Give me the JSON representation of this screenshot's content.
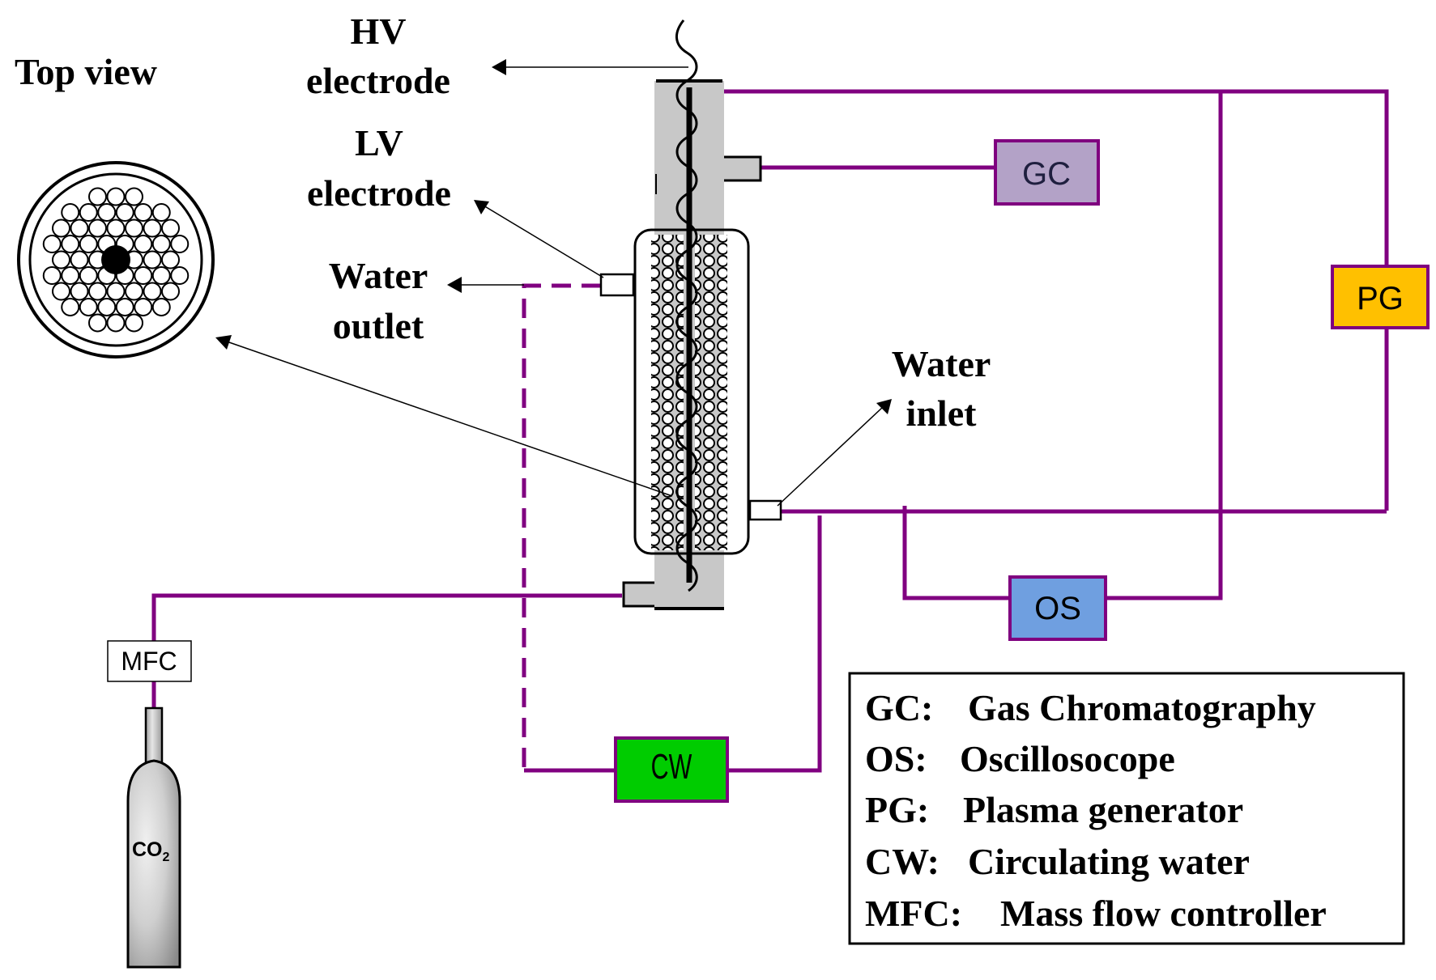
{
  "labels": {
    "hv_line1": "HV",
    "hv_line2": "electrode",
    "lv_line1": "LV",
    "lv_line2": "electrode",
    "water_outlet_line1": "Water",
    "water_outlet_line2": "outlet",
    "water_inlet_line1": "Water",
    "water_inlet_line2": "inlet",
    "top_view": "Top view"
  },
  "components": {
    "gc": {
      "label": "GC",
      "color": "#B3A2C7"
    },
    "pg": {
      "label": "PG",
      "color": "#FFC000"
    },
    "os": {
      "label": "OS",
      "color": "#6F9FE0"
    },
    "cw": {
      "label": "CW",
      "color": "#00CC00"
    },
    "mfc": {
      "label": "MFC",
      "color": "#FFFFFF"
    },
    "cylinder": {
      "label": "CO",
      "subscript": "2",
      "color": "#C8C8C8"
    }
  },
  "wire_color": "#800080",
  "legend": {
    "items": [
      {
        "abbr": "GC:",
        "desc": "Gas Chromatography"
      },
      {
        "abbr": "OS:",
        "desc": "Oscillosocope"
      },
      {
        "abbr": "PG:",
        "desc": "Plasma generator"
      },
      {
        "abbr": "CW:",
        "desc": "Circulating water"
      },
      {
        "abbr": "MFC:",
        "desc": "Mass flow controller"
      }
    ]
  }
}
